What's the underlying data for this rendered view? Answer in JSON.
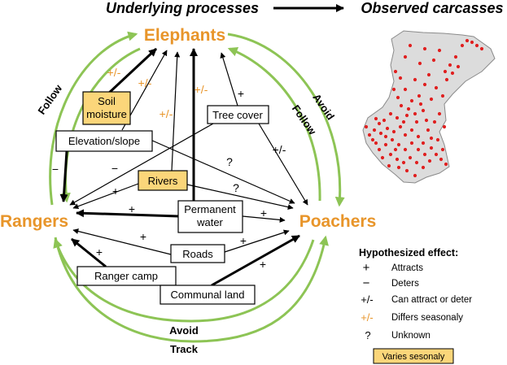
{
  "header": {
    "left": "Underlying processes",
    "right": "Observed carcasses"
  },
  "actors": {
    "elephants": "Elephants",
    "rangers": "Rangers",
    "poachers": "Poachers"
  },
  "cycle_labels": {
    "follow_left": "Follow",
    "avoid_right": "Avoid",
    "follow_right": "Follow",
    "avoid_bottom": "Avoid",
    "track_bottom": "Track"
  },
  "factors": {
    "soil_moisture_l1": "Soil",
    "soil_moisture_l2": "moisture",
    "elevation": "Elevation/slope",
    "tree_cover": "Tree cover",
    "rivers": "Rivers",
    "permanent_water_l1": "Permanent",
    "permanent_water_l2": "water",
    "roads": "Roads",
    "ranger_camp": "Ranger camp",
    "communal_land": "Communal land"
  },
  "effects": {
    "plus": "+",
    "minus": "−",
    "pm": "+/-",
    "q": "?"
  },
  "legend": {
    "title": "Hypothesized effect:",
    "plus_symbol": "+",
    "plus_text": "Attracts",
    "minus_symbol": "−",
    "minus_text": "Deters",
    "pm_symbol": "+/-",
    "pm_text": "Can attract or deter",
    "seasonal_symbol": "+/-",
    "seasonal_text": "Differs seasonaly",
    "q_symbol": "?",
    "q_text": "Unknown",
    "box_text": "Varies sesonaly"
  },
  "colors": {
    "orange": "#E8952A",
    "green": "#8DC455",
    "yellow_fill": "#FBD67A",
    "carcass_red": "#E02020",
    "map_fill": "#DCDCDC",
    "map_stroke": "#8A8A8A",
    "dark": "#000000"
  }
}
